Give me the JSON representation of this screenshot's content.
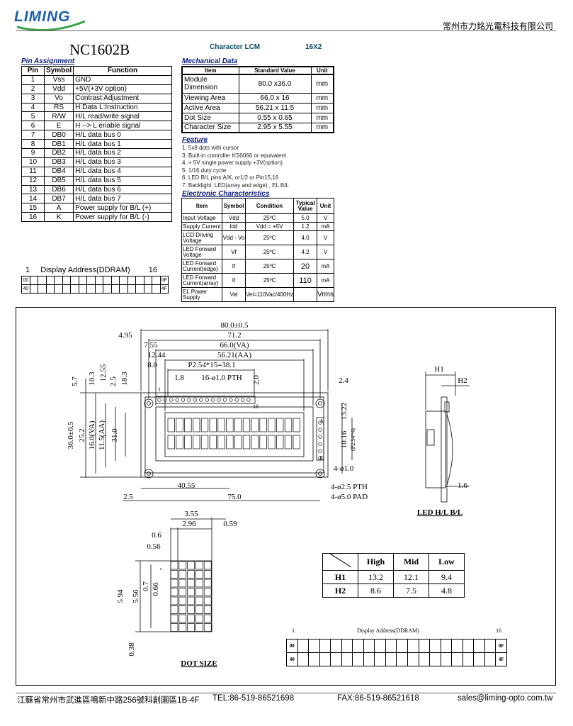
{
  "header": {
    "logo_text": "LIMING",
    "company": "常州市力銘光電科技有限公司",
    "model": "NC1602B",
    "type": "Character LCM",
    "size": "16X2"
  },
  "pin": {
    "title": "Pin Assignment",
    "headers": [
      "Pin",
      "Symbol",
      "Function"
    ],
    "rows": [
      [
        "1",
        "Vss",
        "GND"
      ],
      [
        "2",
        "Vdd",
        "+5V(+3V option)"
      ],
      [
        "3",
        "Vo",
        "Contrast Adjustment"
      ],
      [
        "4",
        "RS",
        "H:Data L:Instruction"
      ],
      [
        "5",
        "R/W",
        "H/L read/write signal"
      ],
      [
        "6",
        "E",
        "H --> L enable signal"
      ],
      [
        "7",
        "DB0",
        "H/L data bus 0"
      ],
      [
        "8",
        "DB1",
        "H/L data bus 1"
      ],
      [
        "9",
        "DB2",
        "H/L data bus 2"
      ],
      [
        "10",
        "DB3",
        "H/L data bus 3"
      ],
      [
        "11",
        "DB4",
        "H/L data bus 4"
      ],
      [
        "12",
        "DB5",
        "H/L data bus 5"
      ],
      [
        "13",
        "DB6",
        "H/L data bus 6"
      ],
      [
        "14",
        "DB7",
        "H/L data bus 7"
      ],
      [
        "15",
        "A",
        "Power supply for B/L (+)"
      ],
      [
        "16",
        "K",
        "Power supply for B/L (-)"
      ]
    ]
  },
  "mech": {
    "title": "Mechanical Data",
    "headers": [
      "Item",
      "Standard Value",
      "Unit"
    ],
    "rows": [
      [
        "Module Dimension",
        "80.0 x36.0",
        "mm"
      ],
      [
        "Viewing Area",
        "66.0 x 16",
        "mm"
      ],
      [
        "Active  Area",
        "56.21 x 11.5",
        "mm"
      ],
      [
        "Dot Size",
        "0.55 x 0.65",
        "mm"
      ],
      [
        "Character Size",
        "2.95 x 5.55",
        "mm"
      ]
    ]
  },
  "feature": {
    "title": "Feature",
    "items": [
      "1. 5x8 dots with cursor",
      "3. Built-in controller KS0066 or equivalent",
      "4. + 5V single power supply  +3V(option)",
      "5. 1/16 duty cycle",
      "6. LED B/L pins:A/K, or1/2 or Pin15,16",
      "7. Backlight: LED(array and edge) , EL B/L"
    ]
  },
  "elec": {
    "title": "Electronic Characteristics",
    "headers": [
      "Item",
      "Symbol",
      "Condition",
      "Typical Value",
      "Unit"
    ],
    "rows": [
      [
        "Input Voltage",
        "Vdd",
        "25ºC",
        "5.0",
        "V"
      ],
      [
        "Supply Current",
        "Idd",
        "Vdd = +5V",
        "1.2",
        "mA"
      ],
      [
        "LCD Driving Voltage",
        "Vdd - Vo",
        "25ºC",
        "4.0",
        "V"
      ],
      [
        "LED Forward Voltage",
        "Vf",
        "25ºC",
        "4.2",
        "V"
      ],
      [
        "LED Forward Current(edge)",
        "If",
        "25ºC",
        "20",
        "mA"
      ],
      [
        "LED Forward Current(array)",
        "If",
        "25ºC",
        "110",
        "mA"
      ],
      [
        "EL Power Supply",
        "Vel",
        "Vel=110Vac/400Hz",
        "",
        "Vrms"
      ]
    ]
  },
  "ddram1": {
    "start": "1",
    "label": "Display Address(DDRAM)",
    "end": "16",
    "row1_start": "00",
    "row1_end": "0F",
    "row2_start": "40",
    "row2_end": "4F"
  },
  "drawing": {
    "dims": [
      "80.0±0.5",
      "71.2",
      "4.95",
      "66.0(VA)",
      "7.55",
      "56.21(AA)",
      "12.44",
      "8.0",
      "P2.54*15=38.1",
      "1.8",
      "16-ø1.0 PTH",
      "2.0",
      "2.4",
      "5.7",
      "10.3",
      "12.55",
      "2.5",
      "18.3",
      "36.0±0.5",
      "25.2",
      "16.0(VA)",
      "11.5(AA)",
      "31.0",
      "13.22",
      "10.16",
      "(P2.54*4)",
      "4-ø1.0",
      "40.55",
      "75.0",
      "4-ø2.5 PTH",
      "4-ø5.0 PAD",
      "1",
      "16",
      "H1",
      "H2",
      "1.6",
      "LED H/L B/L"
    ],
    "pinlabels": [
      "A",
      "K"
    ],
    "dot": [
      "3.55",
      "2.96",
      "0.59",
      "0.6",
      "0.56",
      "5.94",
      "5.56",
      "0.7",
      "0.66",
      "0.38",
      "DOT SIZE"
    ]
  },
  "hl_table": {
    "headers": [
      "",
      "High",
      "Mid",
      "Low"
    ],
    "rows": [
      [
        "H1",
        "13.2",
        "12.1",
        "9.4"
      ],
      [
        "H2",
        "8.6",
        "7.5",
        "4.8"
      ]
    ]
  },
  "ddram2": {
    "start": "1",
    "label": "Display Address(DDRAM)",
    "end": "16",
    "row1_start": "00",
    "row1_end": "0F",
    "row2_start": "40",
    "row2_end": "4F"
  },
  "footer": {
    "address": "江蘇省常州市武進區鳴新中路256號科創園區1B-4F",
    "tel": "TEL:86-519-86521698",
    "fax": "FAX:86-519-86521618",
    "email": "sales@liming-opto.com.tw"
  },
  "colors": {
    "logo_blue": "#1d5fa6",
    "logo_green": "#3aa34a",
    "section_blue": "#0a1a7a"
  }
}
